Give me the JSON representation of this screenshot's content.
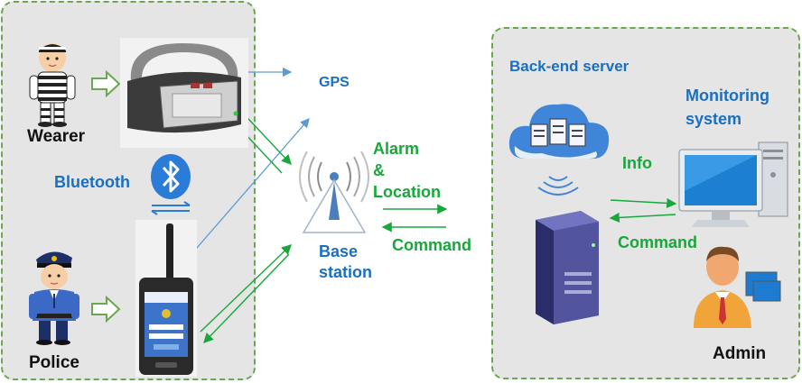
{
  "labels": {
    "wearer": "Wearer",
    "bluetooth": "Bluetooth",
    "police": "Police",
    "gps": "GPS",
    "alarm_location": [
      "Alarm",
      "&",
      "Location"
    ],
    "base_station": [
      "Base",
      "station"
    ],
    "command_left": "Command",
    "backend_server": "Back-end server",
    "monitoring_system": [
      "Monitoring",
      "system"
    ],
    "info": "Info",
    "command_right": "Command",
    "admin": "Admin"
  },
  "icons": {
    "wearer": "prisoner-figure-icon",
    "bracelet": "ankle-bracelet-device-icon",
    "bluetooth": "bluetooth-icon",
    "police": "police-officer-icon",
    "handset": "police-handheld-terminal-icon",
    "tower": "base-station-tower-icon",
    "cloud": "cloud-server-icon",
    "server": "server-tower-icon",
    "monitor": "desktop-computer-icon",
    "admin": "admin-operator-icon"
  },
  "colors": {
    "panel_bg": "#e5e5e5",
    "panel_border": "#6aa84f",
    "label_blue": "#1a6fbf",
    "label_green": "#18a83a",
    "label_black": "#111111",
    "arrow_green": "#18a83a",
    "arrow_blue": "#5b9bd5"
  }
}
